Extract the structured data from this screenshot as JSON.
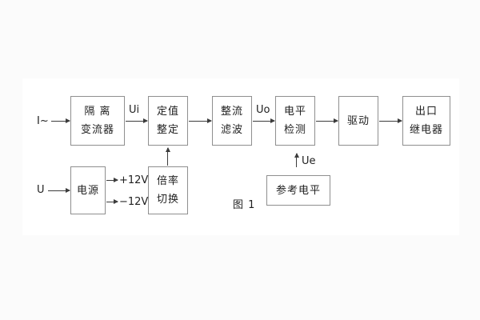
{
  "figure": {
    "caption": "图 1"
  },
  "diagram": {
    "blocks": {
      "isolation_transformer": {
        "line1": "隔 离",
        "line2": "变流器"
      },
      "setpoint_setting": {
        "line1": "定值",
        "line2": "整定"
      },
      "rectifier_filter": {
        "line1": "整流",
        "line2": "滤波"
      },
      "level_detection": {
        "line1": "电平",
        "line2": "检测"
      },
      "drive": {
        "line1": "驱动"
      },
      "output_relay": {
        "line1": "出口",
        "line2": "继电器"
      },
      "power_supply": {
        "line1": "电源"
      },
      "ratio_switch": {
        "line1": "倍率",
        "line2": "切换"
      },
      "reference_level": {
        "line1": "参考电平"
      }
    },
    "labels": {
      "input_current": "I~",
      "input_voltage": "U",
      "ui": "Ui",
      "uo": "Uo",
      "ue": "Ue",
      "plus_12v": "+12V",
      "minus_12v": "−12V"
    },
    "colors": {
      "background": "#fbfbfb",
      "paper": "#ffffff",
      "box_border": "#8f8f8f",
      "line": "#3c3c3c",
      "text": "#1f1f1f"
    }
  }
}
